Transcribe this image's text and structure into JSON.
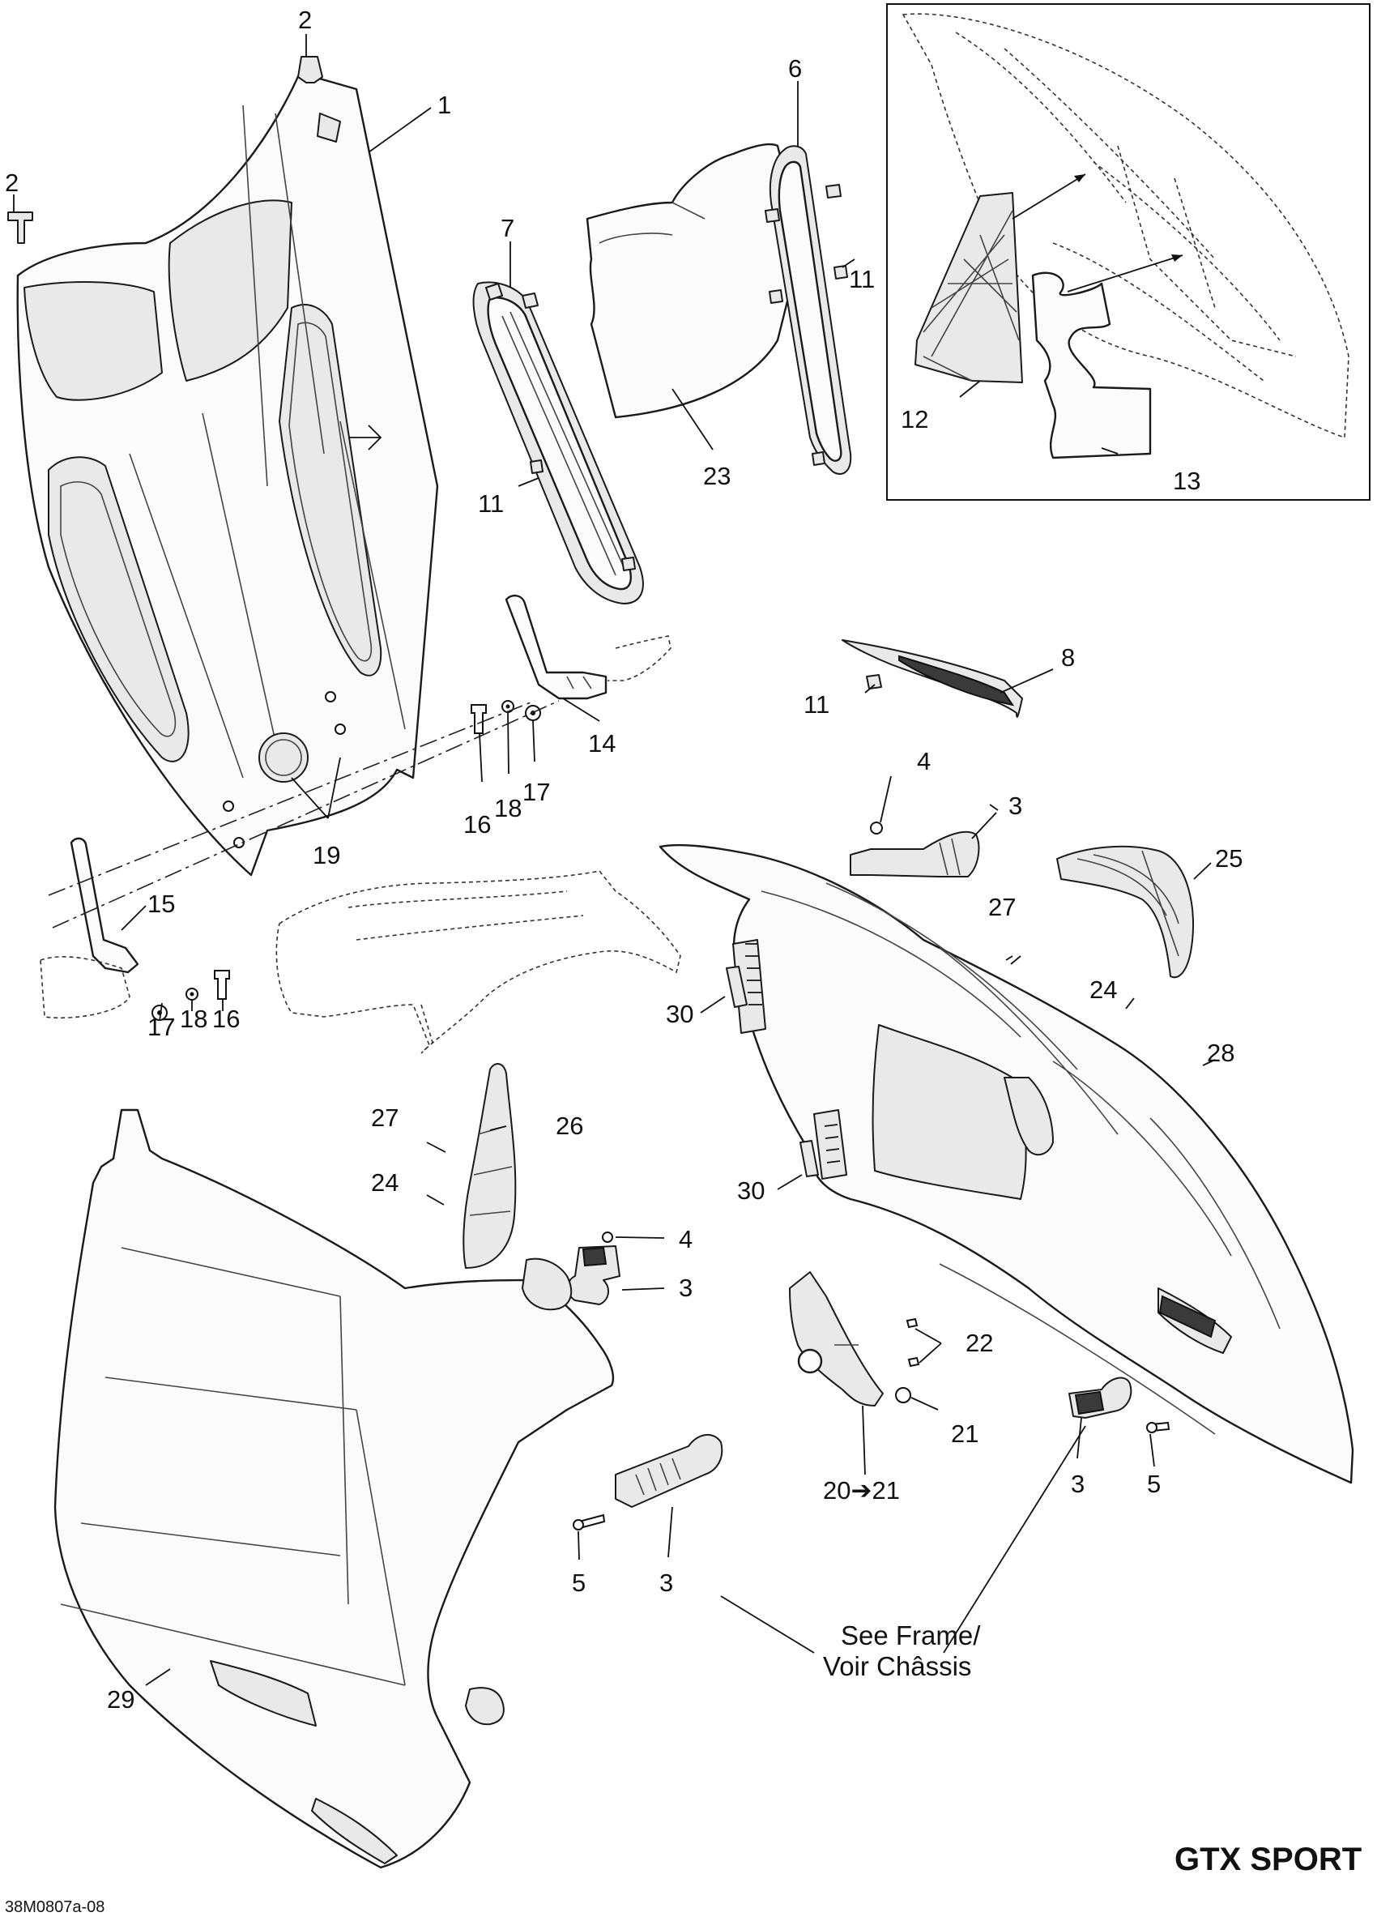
{
  "callouts": {
    "c1": "1",
    "c2a": "2",
    "c2b": "2",
    "c3a": "3",
    "c3b": "3",
    "c3c": "3",
    "c3d": "3",
    "c4a": "4",
    "c4b": "4",
    "c5a": "5",
    "c5b": "5",
    "c6": "6",
    "c7": "7",
    "c8": "8",
    "c11a": "11",
    "c11b": "11",
    "c11c": "11",
    "c12": "12",
    "c13": "13",
    "c14": "14",
    "c15": "15",
    "c16a": "16",
    "c16b": "16",
    "c17a": "17",
    "c17b": "17",
    "c18a": "18",
    "c18b": "18",
    "c19": "19",
    "c20": "20➔21",
    "c21": "21",
    "c22": "22",
    "c23": "23",
    "c24a": "24",
    "c24b": "24",
    "c25": "25",
    "c26": "26",
    "c27a": "27",
    "c27b": "27",
    "c28": "28",
    "c29": "29",
    "c30a": "30",
    "c30b": "30"
  },
  "reference": {
    "line1": "See Frame/",
    "line2": "Voir Châssis"
  },
  "model_name": "GTX SPORT",
  "document_id": "38M0807a-08"
}
